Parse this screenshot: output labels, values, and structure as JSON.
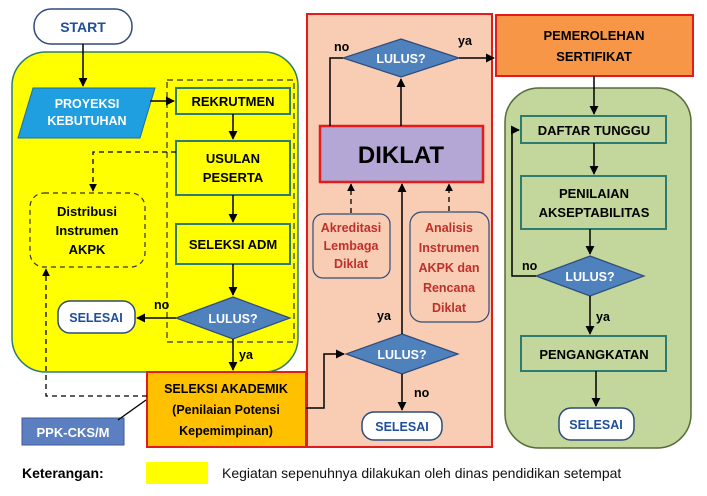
{
  "nodes": {
    "start": "START",
    "proyeksi_1": "PROYEKSI",
    "proyeksi_2": "KEBUTUHAN",
    "rekrutmen": "REKRUTMEN",
    "usulan_1": "USULAN",
    "usulan_2": "PESERTA",
    "seleksi_adm": "SELEKSI ADM",
    "distribusi_1": "Distribusi",
    "distribusi_2": "Instrumen",
    "distribusi_3": "AKPK",
    "lulus": "LULUS?",
    "selesai": "SELESAI",
    "seleksi_akademik_1": "SELEKSI AKADEMIK",
    "seleksi_akademik_2": "(Penilaian Potensi",
    "seleksi_akademik_3": "Kepemimpinan)",
    "ppk": "PPK-CKS/M",
    "diklat": "DIKLAT",
    "akreditasi_1": "Akreditasi",
    "akreditasi_2": "Lembaga",
    "akreditasi_3": "Diklat",
    "analisis_1": "Analisis",
    "analisis_2": "Instrumen",
    "analisis_3": "AKPK dan",
    "analisis_4": "Rencana",
    "analisis_5": "Diklat",
    "pemerolehan_1": "PEMEROLEHAN",
    "pemerolehan_2": "SERTIFIKAT",
    "daftar_tunggu": "DAFTAR TUNGGU",
    "penilaian_1": "PENILAIAN",
    "penilaian_2": "AKSEPTABILITAS",
    "pengangkatan": "PENGANGKATAN"
  },
  "edge_labels": {
    "yes": "ya",
    "no": "no"
  },
  "legend": {
    "label": "Keterangan:",
    "text": "Kegiatan sepenuhnya dilakukan oleh dinas pendidikan setempat"
  },
  "colors": {
    "yellow_zone": "#ffff00",
    "peach_zone": "#f9cdb4",
    "green_zone": "#c3d69b",
    "process_border": "#2e7c70",
    "decision_fill": "#4f81bd",
    "diklat_fill": "#b4a7d6",
    "sertifikat_fill": "#f79646",
    "akademik_fill": "#ffc000",
    "data_fill": "#1f9fe0",
    "red_border": "#e41b1b",
    "text_blue": "#1f4e9b",
    "text_red": "#c0302b",
    "ppk_fill": "#5b7fc1"
  }
}
